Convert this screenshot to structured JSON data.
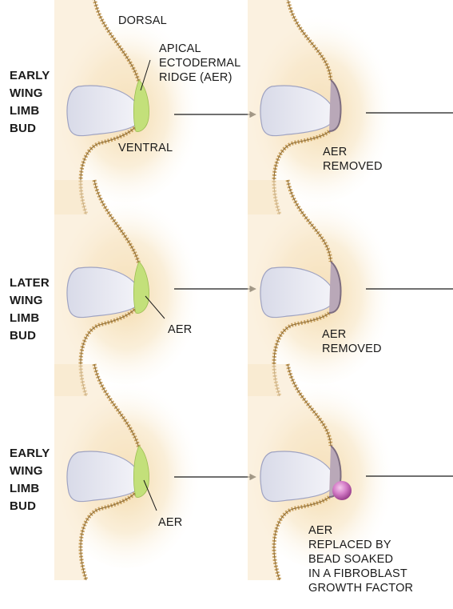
{
  "panels": [
    {
      "side_label": [
        "EARLY",
        "WING",
        "LIMB",
        "BUD"
      ],
      "dorsal_label": "DORSAL",
      "ventral_label": "VENTRAL",
      "aer_label": [
        "APICAL",
        "ECTODERMAL",
        "RIDGE (AER)"
      ],
      "result_label": [
        "AER",
        "REMOVED"
      ]
    },
    {
      "side_label": [
        "LATER",
        "WING",
        "LIMB",
        "BUD"
      ],
      "aer_label": [
        "AER"
      ],
      "result_label": [
        "AER",
        "REMOVED"
      ]
    },
    {
      "side_label": [
        "EARLY",
        "WING",
        "LIMB",
        "BUD"
      ],
      "aer_label": [
        "AER"
      ],
      "result_label": [
        "AER",
        "REPLACED BY",
        "BEAD SOAKED",
        "IN A FIBROBLAST",
        "GROWTH FACTOR"
      ]
    }
  ],
  "colors": {
    "aer_green": "#c3e07a",
    "bud_tan": "#f2d9a6",
    "mesenchyme": "#e6e7f1",
    "ectoderm": "#c9a15f",
    "bead": "#d07cc4",
    "line": "#1a1a1a"
  }
}
